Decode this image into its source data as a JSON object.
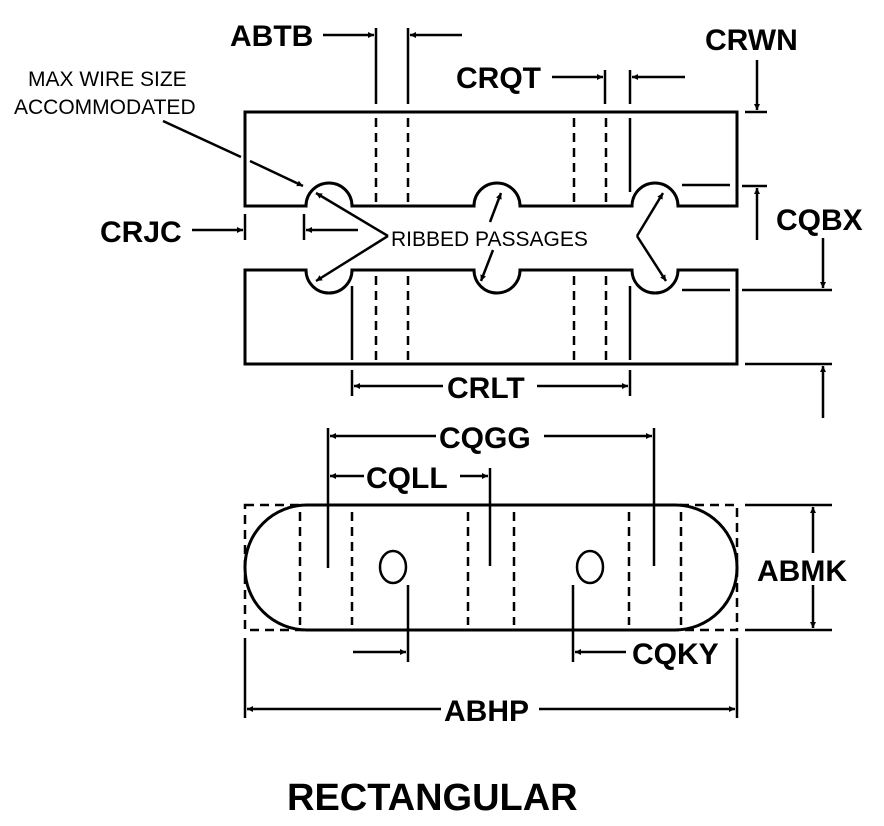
{
  "diagram": {
    "title": "RECTANGULAR",
    "labels": {
      "abtb": "ABTB",
      "crwn": "CRWN",
      "crqt": "CRQT",
      "max_wire_line1": "MAX WIRE SIZE",
      "max_wire_line2": "ACCOMMODATED",
      "crjc": "CRJC",
      "ribbed_passages": "RIBBED PASSAGES",
      "cqbx": "CQBX",
      "crlt": "CRLT",
      "cqgg": "CQGG",
      "cqll": "CQLL",
      "abmk": "ABMK",
      "cqky": "CQKY",
      "abhp": "ABHP"
    },
    "colors": {
      "line": "#000000",
      "background": "#ffffff"
    }
  }
}
